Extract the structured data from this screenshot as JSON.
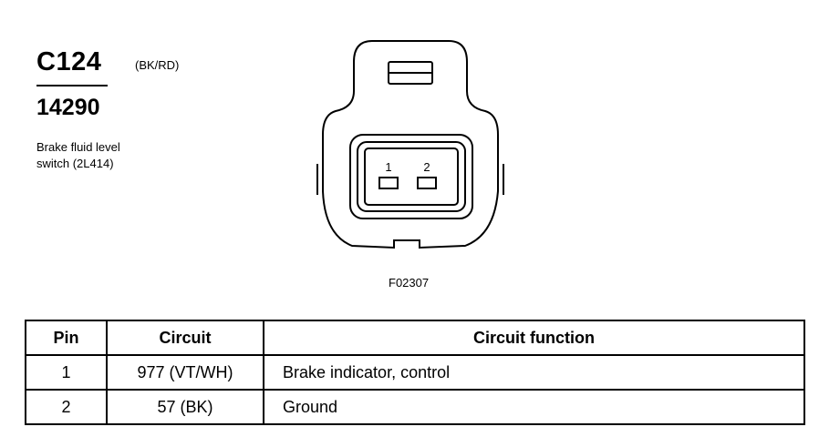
{
  "connector": {
    "id": "C124",
    "wire_color": "(BK/RD)",
    "part_number": "14290",
    "description_line1": "Brake fluid level",
    "description_line2": "switch (2L414)"
  },
  "diagram": {
    "pin_labels": [
      "1",
      "2"
    ],
    "figure_code": "F02307"
  },
  "table": {
    "headers": {
      "pin": "Pin",
      "circuit": "Circuit",
      "function": "Circuit function"
    },
    "rows": [
      {
        "pin": "1",
        "circuit": "977 (VT/WH)",
        "function": "Brake indicator, control"
      },
      {
        "pin": "2",
        "circuit": "57 (BK)",
        "function": "Ground"
      }
    ]
  }
}
